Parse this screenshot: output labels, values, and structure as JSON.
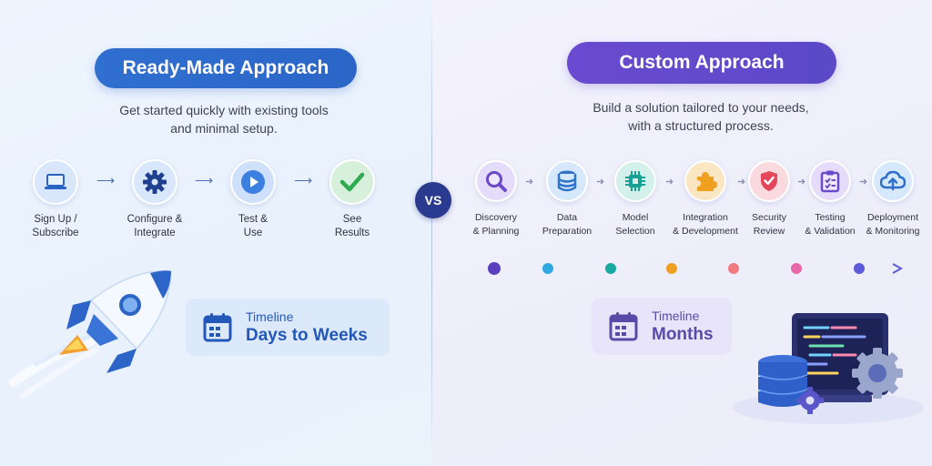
{
  "left": {
    "title": "Ready-Made Approach",
    "subtitle": "Get started quickly with existing tools\nand minimal setup.",
    "steps": [
      {
        "label": "Sign Up /\nSubscribe",
        "icon": "laptop-icon"
      },
      {
        "label": "Configure &\nIntegrate",
        "icon": "gear-icon"
      },
      {
        "label": "Test &\nUse",
        "icon": "play-icon"
      },
      {
        "label": "See\nResults",
        "icon": "checkmark-icon"
      }
    ],
    "timeline": {
      "title": "Timeline",
      "value": "Days to Weeks",
      "icon": "calendar-icon"
    },
    "illustration": "rocket-icon"
  },
  "vs": "VS",
  "right": {
    "title": "Custom Approach",
    "subtitle": "Build a solution tailored to your needs,\nwith a structured process.",
    "steps": [
      {
        "label": "Discovery\n& Planning",
        "icon": "magnifier-icon",
        "color": "#7b5fd6"
      },
      {
        "label": "Data\nPreparation",
        "icon": "database-icon",
        "color": "#2f8fd8"
      },
      {
        "label": "Model\nSelection",
        "icon": "chip-icon",
        "color": "#1aa9a0"
      },
      {
        "label": "Integration\n& Development",
        "icon": "puzzle-icon",
        "color": "#f0a020"
      },
      {
        "label": "Security\nReview",
        "icon": "shield-icon",
        "color": "#e8586a"
      },
      {
        "label": "Testing\n& Validation",
        "icon": "checklist-icon",
        "color": "#7b5fd6"
      },
      {
        "label": "Deployment\n& Monitoring",
        "icon": "cloud-upload-icon",
        "color": "#2f7fd8"
      }
    ],
    "progress_dot_colors": [
      "#5b3fbf",
      "#2fa8e0",
      "#1aa9a0",
      "#f0a020",
      "#f07a80",
      "#e868a8",
      "#5b5ad8"
    ],
    "timeline": {
      "title": "Timeline",
      "value": "Months",
      "icon": "calendar-icon"
    },
    "illustration": "computer-servers-icon"
  }
}
